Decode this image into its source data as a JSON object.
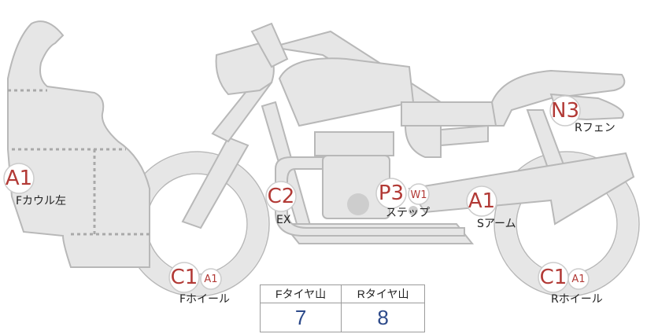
{
  "parts": [
    {
      "code": "A1",
      "label": "Fカウル左",
      "sub": ""
    },
    {
      "code": "C2",
      "label": "EX",
      "sub": ""
    },
    {
      "code": "P3",
      "label": "ステップ",
      "sub": "W1"
    },
    {
      "code": "A1",
      "label": "Sアーム",
      "sub": ""
    },
    {
      "code": "N3",
      "label": "Rフェン",
      "sub": ""
    },
    {
      "code": "C1",
      "label": "Fホイール",
      "sub": "A1"
    },
    {
      "code": "C1",
      "label": "Rホイール",
      "sub": "A1"
    }
  ],
  "tread": {
    "front_header": "Fタイヤ山",
    "rear_header": "Rタイヤ山",
    "front_value": "7",
    "rear_value": "8"
  },
  "colors": {
    "body_fill": "#e6e6e6",
    "body_stroke": "#b8b8b8",
    "marker_text": "#b23a36",
    "value_text": "#2d4a8a"
  }
}
